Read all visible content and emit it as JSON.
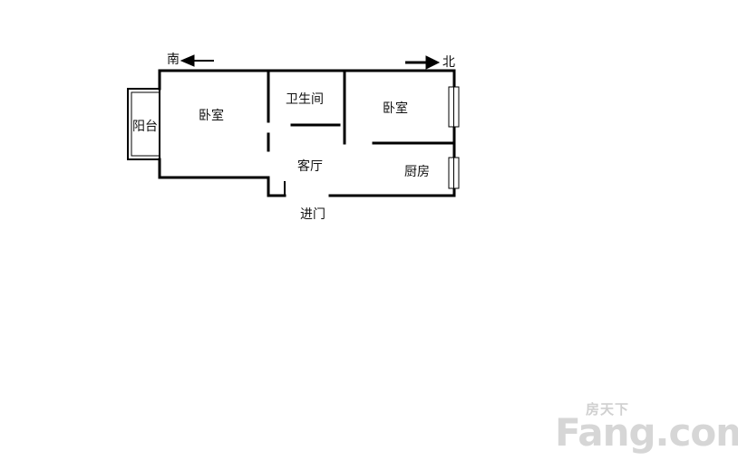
{
  "floorplan": {
    "rooms": {
      "bedroom_south": "卧室",
      "bedroom_north": "卧室",
      "bathroom": "卫生间",
      "living_room": "客厅",
      "kitchen": "厨房",
      "balcony": "阳台"
    },
    "entrance": "进门",
    "compass": {
      "south": "南",
      "north": "北"
    }
  },
  "watermark": {
    "cn": "房天下",
    "brand": "Fang.com"
  }
}
